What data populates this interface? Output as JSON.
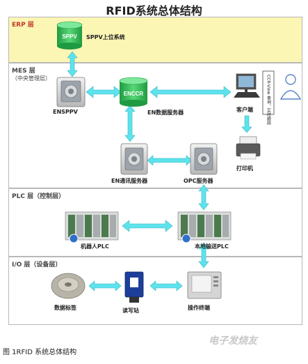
{
  "title": "RFID系统总体结构",
  "layers": {
    "erp": {
      "label": "ERP 层"
    },
    "mes": {
      "label": "MES 层",
      "sub": "（中央管理层）"
    },
    "plc": {
      "label": "PLC 层（控制层）"
    },
    "io": {
      "label": "I/O 层（设备层）"
    }
  },
  "nodes": {
    "sppv": {
      "icon": "SPPV",
      "label": "SPPV上位系统"
    },
    "ensppv": {
      "label": "ENSPPV"
    },
    "enccr": {
      "icon": "ENCCR",
      "label": "EN数据服务器"
    },
    "client": {
      "label": "客户端",
      "note": "CCR-View 查询、实时跟踪"
    },
    "printer": {
      "label": "打印机"
    },
    "en_comm": {
      "label": "EN通讯服务器"
    },
    "opc": {
      "label": "OPC服务器"
    },
    "robot_plc": {
      "label": "机器人PLC"
    },
    "local_plc": {
      "label": "本地输送PLC"
    },
    "tag": {
      "label": "数据标签"
    },
    "reader": {
      "label": "读写站"
    },
    "terminal": {
      "label": "操作终端"
    }
  },
  "caption": "图 1RFID 系统总体结构",
  "watermark": "电子发烧友",
  "colors": {
    "arrow": "#5ee2ec",
    "erp_bg": "#fcf6b4",
    "db": "#3cc35f"
  }
}
